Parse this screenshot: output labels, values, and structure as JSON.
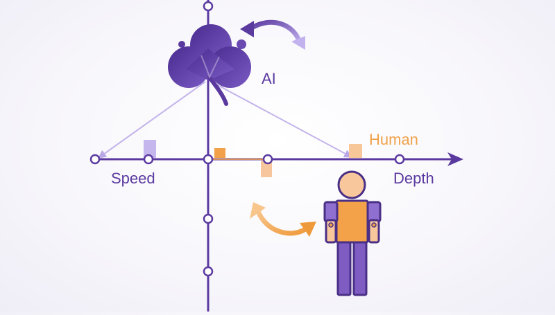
{
  "labels": {
    "ai": "AI",
    "human": "Human",
    "left_axis": "Speed",
    "right_axis": "Depth"
  },
  "icons": {
    "ai": "clover-icon",
    "human": "person-icon"
  },
  "colors": {
    "ai_purple": "#5b3aa0",
    "light_purple": "#b9a7e6",
    "human_orange": "#f0a24a",
    "light_orange": "#f7c99a"
  }
}
